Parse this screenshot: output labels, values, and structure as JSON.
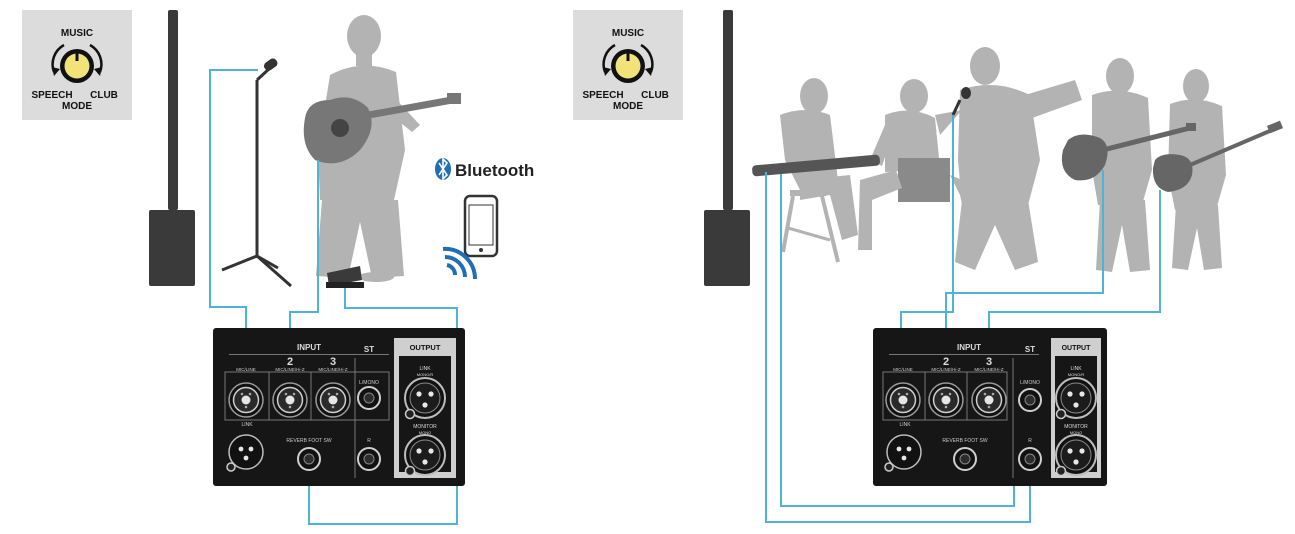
{
  "scenes": [
    {
      "mode_dial": {
        "top_label": "MUSIC",
        "left_label": "SPEECH",
        "right_label": "CLUB",
        "bottom_label": "MODE"
      },
      "panel": {
        "input_title": "INPUT",
        "output_title": "OUTPUT",
        "channel_2": "2",
        "channel_3": "3",
        "channel_1_type": "MIC/LINE",
        "channel_2_type": "MIC/LINE/Hi-Z",
        "channel_3_type": "MIC/LINE/Hi-Z",
        "st_title": "ST",
        "st_l": "L/MONO",
        "st_r": "R",
        "link_in": "LINK",
        "footsw": "REVERB FOOT SW",
        "link_out": "LINK",
        "link_out_sub": "MONO/R",
        "monitor": "MONITOR",
        "monitor_sub": "MONO"
      },
      "bluetooth_label": "Bluetooth"
    },
    {
      "mode_dial": {
        "top_label": "MUSIC",
        "left_label": "SPEECH",
        "right_label": "CLUB",
        "bottom_label": "MODE"
      },
      "panel": {
        "input_title": "INPUT",
        "output_title": "OUTPUT",
        "channel_2": "2",
        "channel_3": "3",
        "channel_1_type": "MIC/LINE",
        "channel_2_type": "MIC/LINE/Hi-Z",
        "channel_3_type": "MIC/LINE/Hi-Z",
        "st_title": "ST",
        "st_l": "L/MONO",
        "st_r": "R",
        "link_in": "LINK",
        "footsw": "REVERB FOOT SW",
        "link_out": "LINK",
        "link_out_sub": "MONO/R",
        "monitor": "MONITOR",
        "monitor_sub": "MONO"
      }
    }
  ],
  "colors": {
    "cable": "#4fb3d9",
    "silhouette": "#b3b3b3",
    "speaker": "#3a3a3a",
    "panel": "#161616",
    "knob": "#f1e27a",
    "mode_box": "#dcdcdc"
  }
}
